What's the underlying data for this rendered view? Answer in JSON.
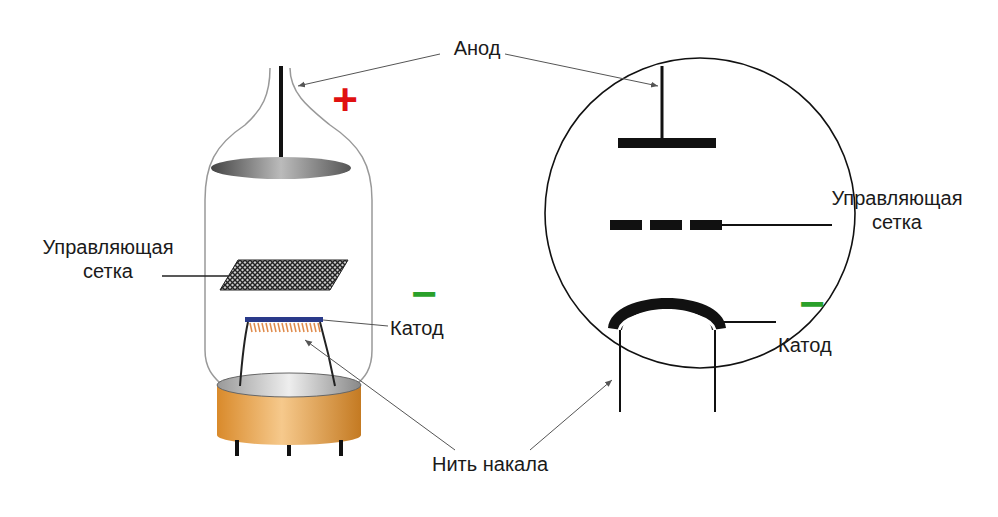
{
  "diagram": {
    "labels": [
      "Анод",
      "+",
      "Управляющая сетка",
      "−",
      "Катод",
      "Управляющая сетка",
      "Катод",
      "−",
      "Нить накала"
    ]
  }
}
